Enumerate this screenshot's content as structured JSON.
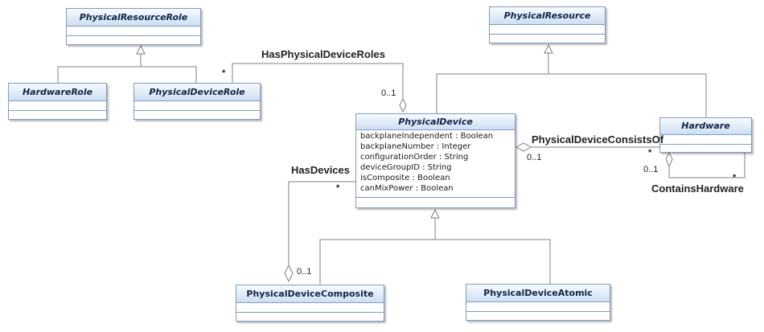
{
  "classes": {
    "physical_resource_role": {
      "name": "PhysicalResourceRole"
    },
    "hardware_role": {
      "name": "HardwareRole"
    },
    "physical_device_role": {
      "name": "PhysicalDeviceRole"
    },
    "physical_resource": {
      "name": "PhysicalResource"
    },
    "physical_device": {
      "name": "PhysicalDevice",
      "attributes": [
        "backplaneIndependent : Boolean",
        "backplaneNumber : Integer",
        "configurationOrder : String",
        "deviceGroupID : String",
        "isComposite : Boolean",
        "canMixPower : Boolean"
      ]
    },
    "hardware": {
      "name": "Hardware"
    },
    "physical_device_composite": {
      "name": "PhysicalDeviceComposite"
    },
    "physical_device_atomic": {
      "name": "PhysicalDeviceAtomic"
    }
  },
  "associations": {
    "has_physical_device_roles": {
      "name": "HasPhysicalDeviceRoles",
      "mult_role_end": "*",
      "mult_device_end": "0..1"
    },
    "physical_device_consists_of": {
      "name": "PhysicalDeviceConsistsOf",
      "mult_device_end": "0..1",
      "mult_hardware_end": "*"
    },
    "contains_hardware": {
      "name": "ContainsHardware",
      "mult_aggregate_end": "0..1",
      "mult_part_end": "*"
    },
    "has_devices": {
      "name": "HasDevices",
      "mult_device_end": "*",
      "mult_composite_end": "0..1"
    }
  }
}
